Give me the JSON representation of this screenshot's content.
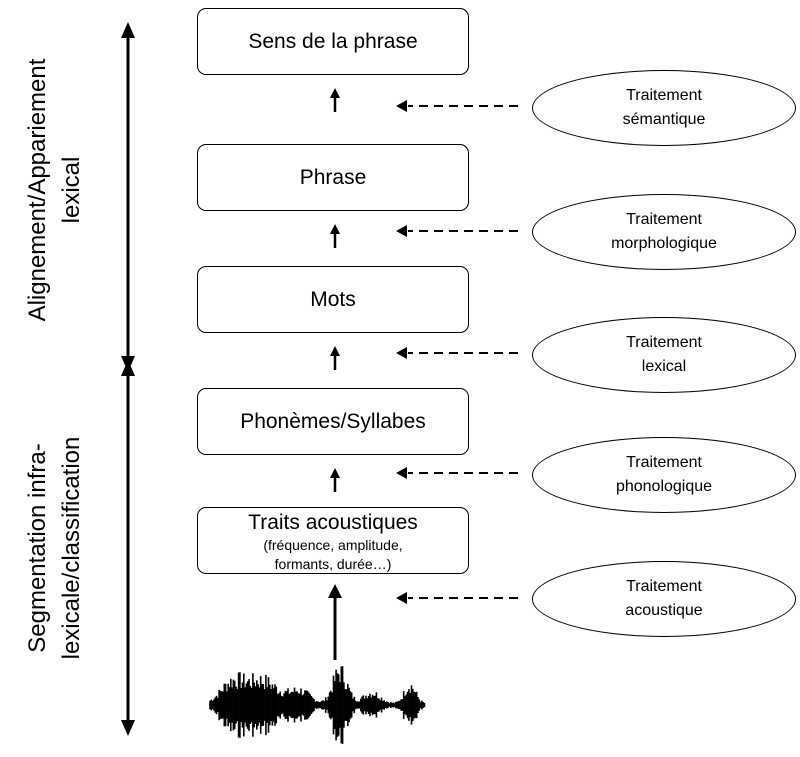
{
  "left_labels": {
    "top": [
      "Alignement/Appariement",
      "lexical"
    ],
    "bottom": [
      "Segmentation infra-",
      "lexicale/classification"
    ]
  },
  "boxes": {
    "sens": "Sens de la phrase",
    "phrase": "Phrase",
    "mots": "Mots",
    "phonemes": "Phonèmes/Syllabes",
    "traits_title": "Traits acoustiques",
    "traits_sub1": "(fréquence, amplitude,",
    "traits_sub2": "formants, durée…)"
  },
  "processes": [
    {
      "line1": "Traitement",
      "line2": "sémantique"
    },
    {
      "line1": "Traitement",
      "line2": "morphologique"
    },
    {
      "line1": "Traitement",
      "line2": "lexical"
    },
    {
      "line1": "Traitement",
      "line2": "phonologique"
    },
    {
      "line1": "Traitement",
      "line2": "acoustique"
    }
  ]
}
